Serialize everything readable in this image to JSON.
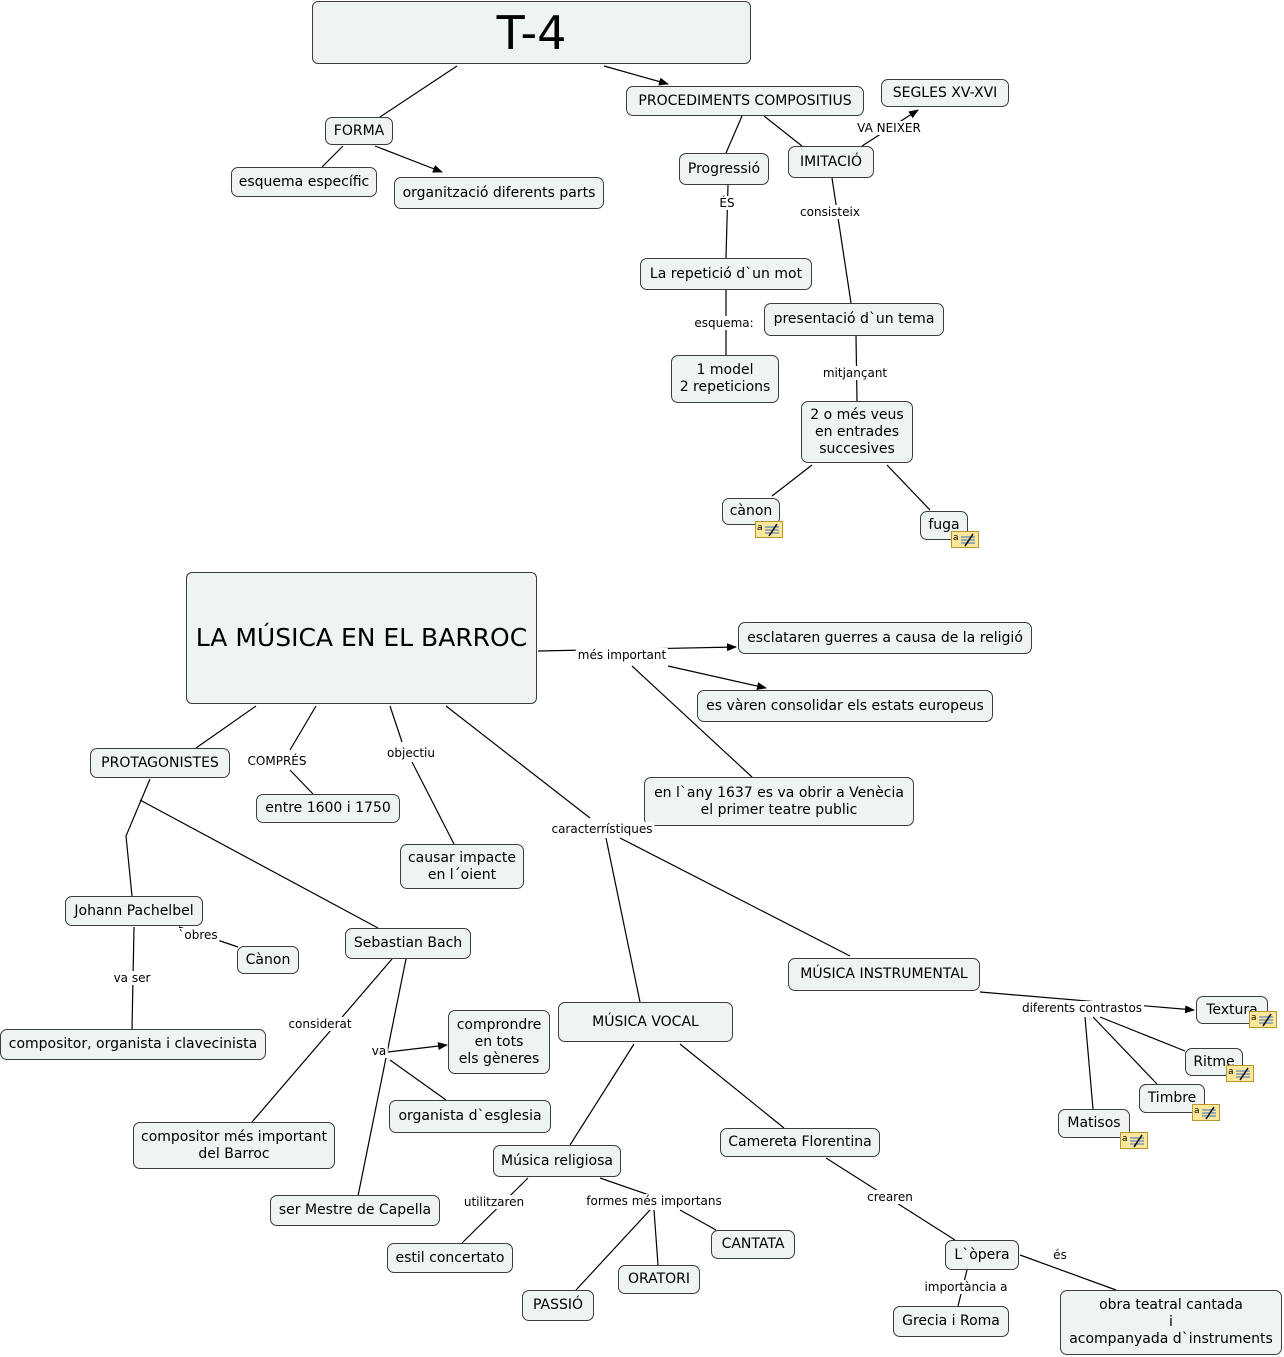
{
  "nodes": {
    "t4": "T-4",
    "forma": "FORMA",
    "esquema_especific": "esquema específic",
    "organitzacio": "organització diferents parts",
    "procediments": "PROCEDIMENTS COMPOSITIUS",
    "segles": "SEGLES XV-XVI",
    "progressio": "Progressió",
    "imitacio": "IMITACIÓ",
    "repeticio": "La repetició d`un mot",
    "model": "1 model\n2 repeticions",
    "presentacio": "presentació d`un tema",
    "veus": "2 o més veus\nen entrades\nsuccesives",
    "canon_small": "cànon",
    "fuga": "fuga",
    "barroc": "LA MÚSICA EN EL BARROC",
    "guerres": "esclataren guerres a causa de la religió",
    "estats": "es vàren consolidar els estats europeus",
    "teatre": "en l`any 1637 es va obrir a Venècia\nel primer teatre public",
    "protagonistes": "PROTAGONISTES",
    "entre": "entre 1600 i 1750",
    "impacte": "causar impacte\nen l´oient",
    "pachelbel": "Johann Pachelbel",
    "canon_big": "Cànon",
    "compositor_org": "compositor, organista i clavecinista",
    "bach": "Sebastian Bach",
    "comprondre": "comprondre\nen tots\nels gèneres",
    "organista": "organista d`esglesia",
    "compositor_imp": "compositor més important\ndel Barroc",
    "mestre": "ser Mestre de Capella",
    "vocal": "MÚSICA VOCAL",
    "instrumental": "MÚSICA INSTRUMENTAL",
    "religiosa": "Música religiosa",
    "camereta": "Camereta Florentina",
    "concertato": "estil concertato",
    "cantata": "CANTATA",
    "oratori": "ORATORI",
    "passio": "PASSIÓ",
    "opera": "L`òpera",
    "grecia": "Grecia i Roma",
    "obra": "obra teatral cantada\ni\nacompanyada d`instruments",
    "textura": "Textura",
    "ritme": "Ritme",
    "timbre": "Timbre",
    "matisos": "Matisos"
  },
  "labels": {
    "va_neixer": "VA NEIXER",
    "es_upper": "ÉS",
    "consisteix": "consisteix",
    "esquema": "esquema:",
    "mitjancant": "mitjançant",
    "mes_important": "més important",
    "compres": "COMPRÉS",
    "objectiu": "objectiu",
    "caracteristiques": "caracterrístiques",
    "obres": "`obres",
    "va_ser": "va ser",
    "considerat": "considerat",
    "va": "va",
    "utilitzaren": "utilitzaren",
    "formes": "formes més importans",
    "crearen": "crearen",
    "es_lower": "és",
    "importancia": "importància a",
    "contrastos": "diferents contrastos"
  },
  "icons": [
    "note-icon",
    "note-icon",
    "note-icon",
    "note-icon",
    "note-icon",
    "note-icon"
  ],
  "colors": {
    "node_fill": "#eef3f4",
    "node_border": "#3c3c3c",
    "line": "#000000",
    "note_fill": "#fce79a"
  }
}
